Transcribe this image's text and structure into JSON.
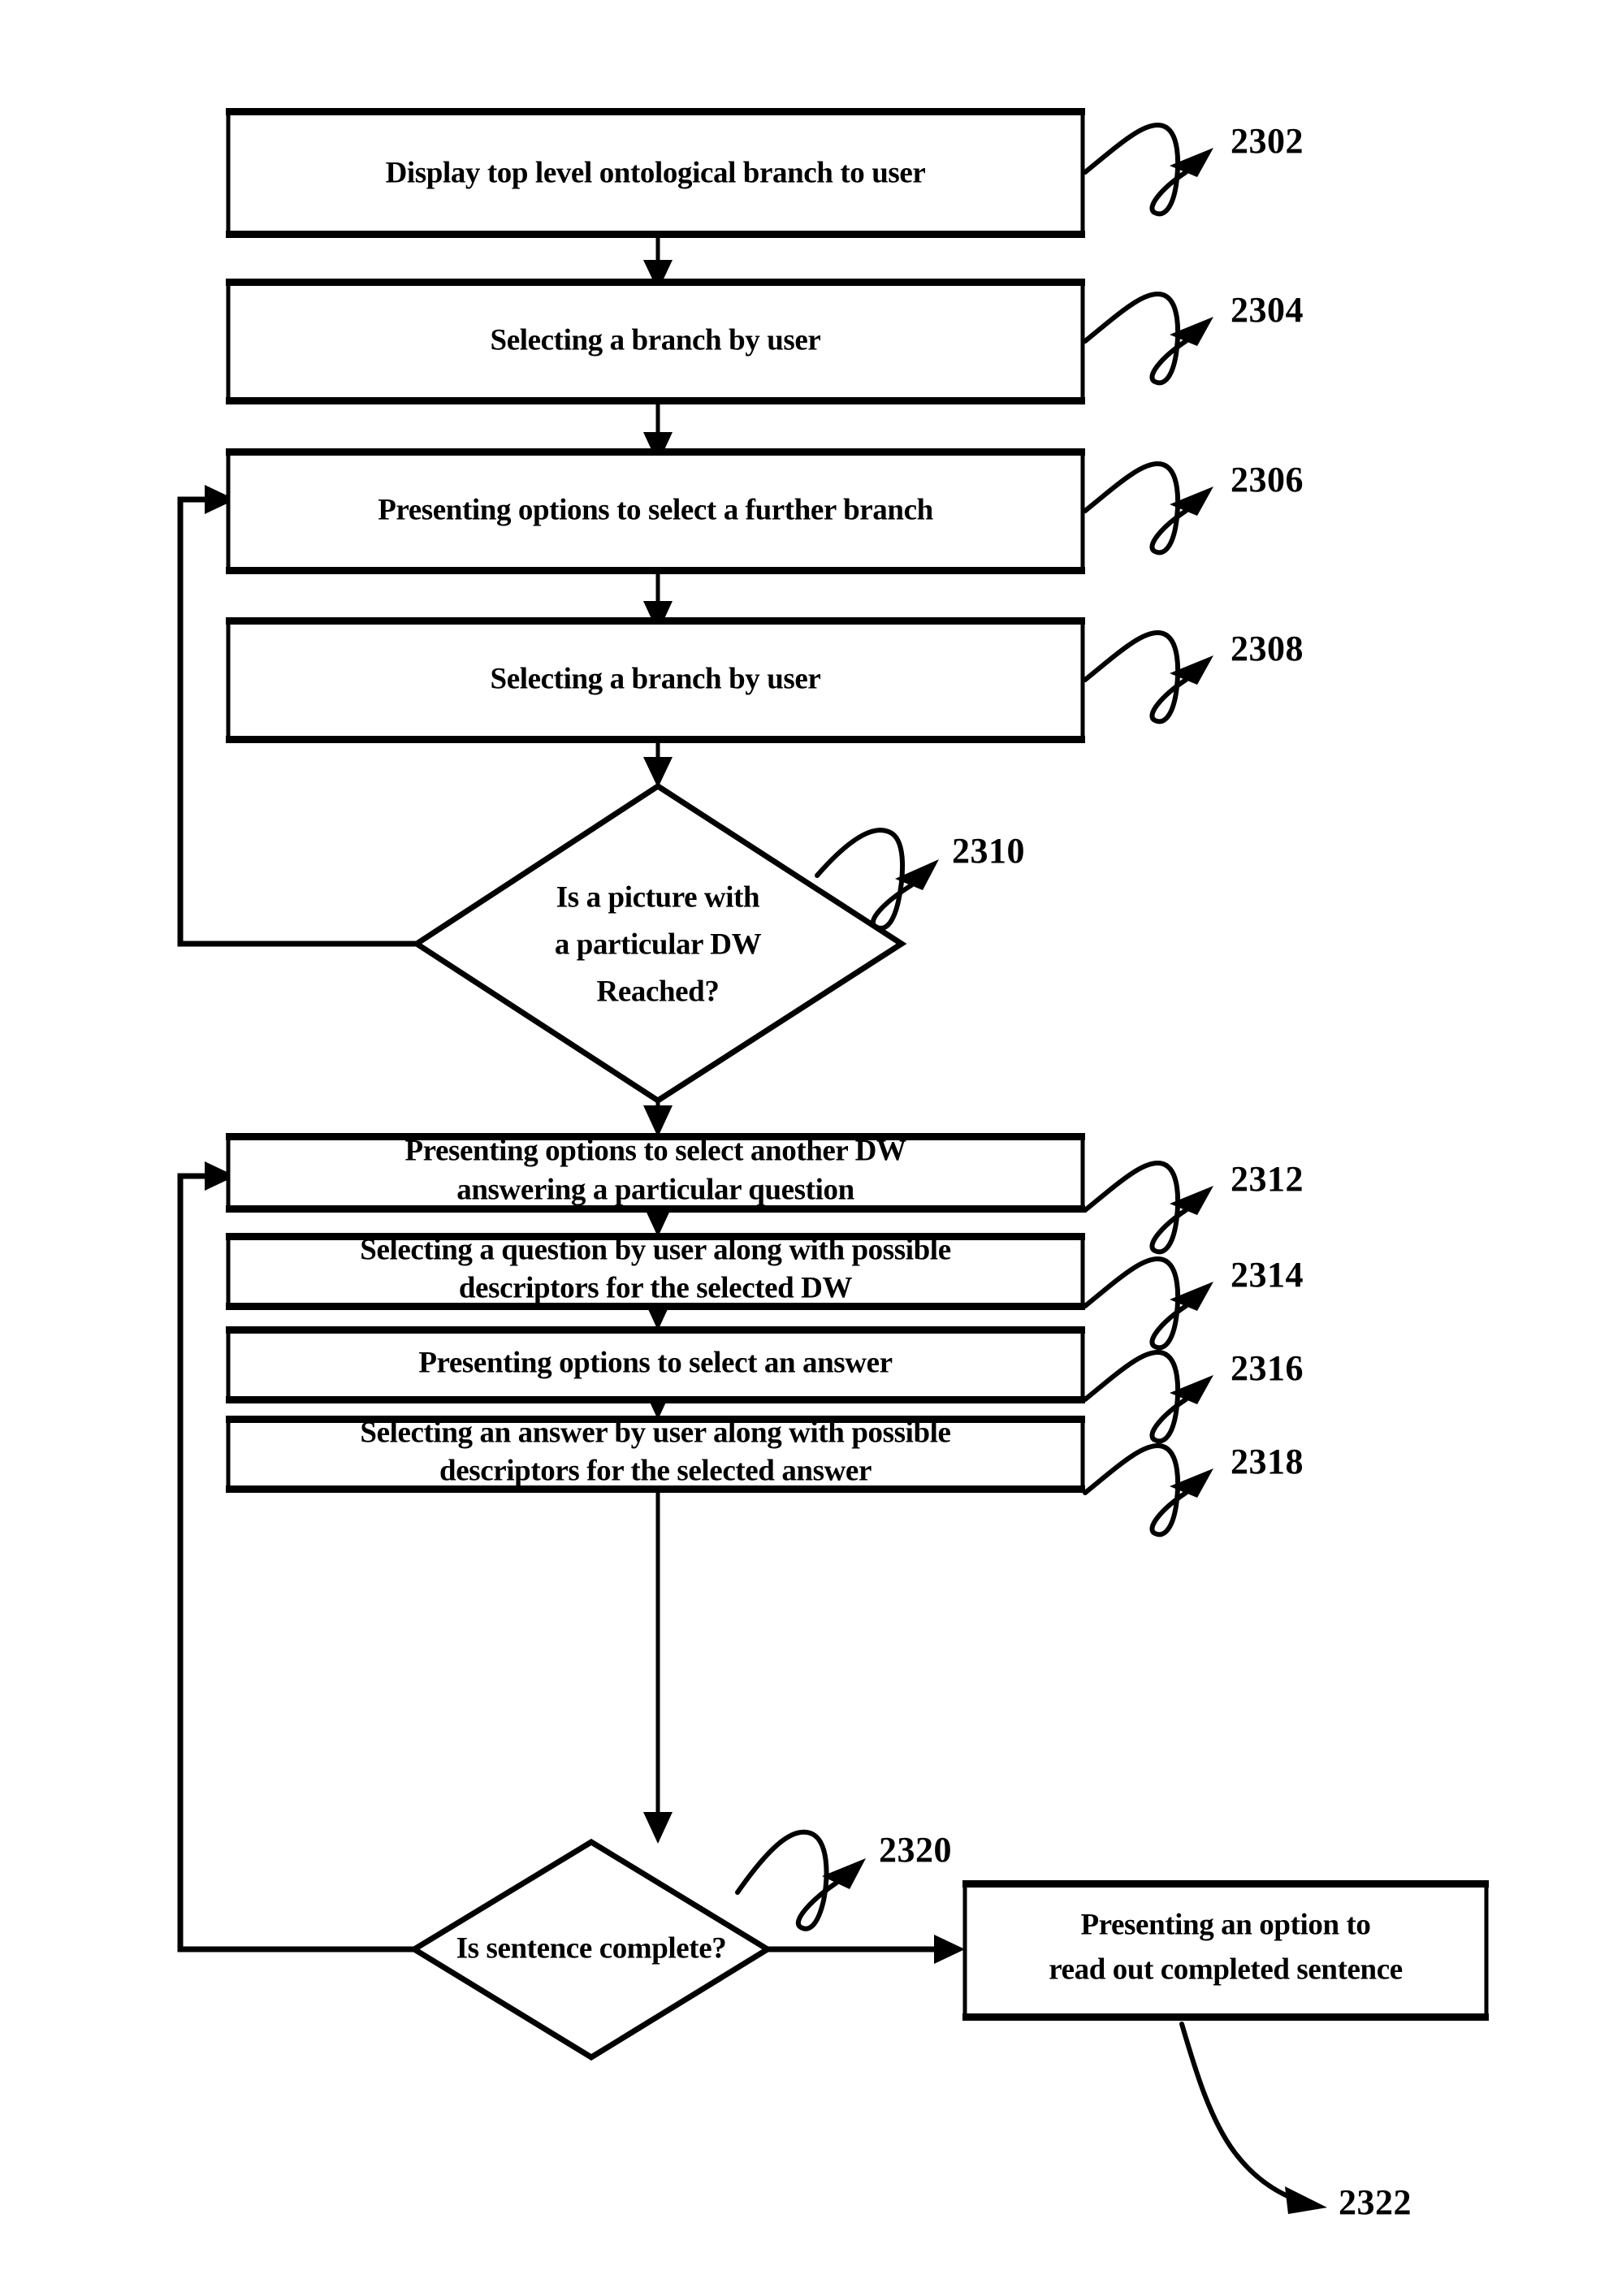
{
  "figure": {
    "type": "patent-flowchart",
    "orientation": "vertical",
    "background_color": "#ffffff",
    "line_color": "#000000"
  },
  "nodes": [
    {
      "id": "2302",
      "shape": "process-box",
      "lines": [
        "Display top level ontological branch to user"
      ],
      "ref": "2302"
    },
    {
      "id": "2304",
      "shape": "process-box",
      "lines": [
        "Selecting a branch by user"
      ],
      "ref": "2304"
    },
    {
      "id": "2306",
      "shape": "process-box",
      "lines": [
        "Presenting options to select a further branch"
      ],
      "ref": "2306"
    },
    {
      "id": "2308",
      "shape": "process-box",
      "lines": [
        "Selecting a branch by user"
      ],
      "ref": "2308"
    },
    {
      "id": "2310",
      "shape": "decision-diamond",
      "lines": [
        "Is a picture with",
        "a particular DW",
        "Reached?"
      ],
      "ref": "2310"
    },
    {
      "id": "2312",
      "shape": "process-box",
      "lines": [
        "Presenting options to select another DW",
        "answering a particular question"
      ],
      "ref": "2312"
    },
    {
      "id": "2314",
      "shape": "process-box",
      "lines": [
        "Selecting a question by user along with possible",
        "descriptors for the selected DW"
      ],
      "ref": "2314"
    },
    {
      "id": "2316",
      "shape": "process-box",
      "lines": [
        "Presenting options to select an answer"
      ],
      "ref": "2316"
    },
    {
      "id": "2318",
      "shape": "process-box",
      "lines": [
        "Selecting an answer by user along with possible",
        "descriptors for the selected answer"
      ],
      "ref": "2318"
    },
    {
      "id": "2320",
      "shape": "decision-diamond",
      "lines": [
        "Is sentence complete?"
      ],
      "ref": "2320"
    },
    {
      "id": "2322",
      "shape": "process-box",
      "lines": [
        "Presenting an option to",
        "read out completed sentence"
      ],
      "ref": "2322"
    }
  ],
  "text": {
    "n2302_l1": "Display top level ontological branch to user",
    "n2304_l1": "Selecting a branch by user",
    "n2306_l1": "Presenting options to select a further branch",
    "n2308_l1": "Selecting a branch by user",
    "n2310_l1": "Is a picture with",
    "n2310_l2": "a particular DW",
    "n2310_l3": "Reached?",
    "n2312_l1": "Presenting options to select another DW",
    "n2312_l2": "answering a particular question",
    "n2314_l1": "Selecting a question by user along with possible",
    "n2314_l2": "descriptors for the selected DW",
    "n2316_l1": "Presenting options to select an answer",
    "n2318_l1": "Selecting an answer by user along with possible",
    "n2318_l2": "descriptors for the selected answer",
    "n2320_l1": "Is sentence complete?",
    "n2322_l1": "Presenting an option to",
    "n2322_l2": "read out completed sentence"
  },
  "refs": {
    "r2302": "2302",
    "r2304": "2304",
    "r2306": "2306",
    "r2308": "2308",
    "r2310": "2310",
    "r2312": "2312",
    "r2314": "2314",
    "r2316": "2316",
    "r2318": "2318",
    "r2320": "2320",
    "r2322": "2322"
  },
  "edges": [
    {
      "from": "2302",
      "to": "2304",
      "kind": "down-arrow"
    },
    {
      "from": "2304",
      "to": "2306",
      "kind": "down-arrow"
    },
    {
      "from": "2306",
      "to": "2308",
      "kind": "down-arrow"
    },
    {
      "from": "2308",
      "to": "2310",
      "kind": "down-arrow"
    },
    {
      "from": "2310",
      "to": "2306",
      "kind": "feedback-loop-left"
    },
    {
      "from": "2310",
      "to": "2312",
      "kind": "down-arrow"
    },
    {
      "from": "2312",
      "to": "2314",
      "kind": "down-arrow"
    },
    {
      "from": "2314",
      "to": "2316",
      "kind": "down-arrow"
    },
    {
      "from": "2316",
      "to": "2318",
      "kind": "down-arrow"
    },
    {
      "from": "2318",
      "to": "2320",
      "kind": "down-arrow"
    },
    {
      "from": "2320",
      "to": "2312",
      "kind": "feedback-loop-left"
    },
    {
      "from": "2320",
      "to": "2322",
      "kind": "right-arrow"
    }
  ]
}
